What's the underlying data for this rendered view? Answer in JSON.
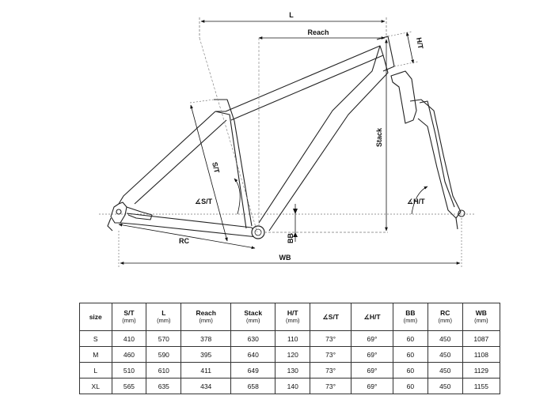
{
  "diagram": {
    "labels": {
      "l": "L",
      "reach": "Reach",
      "ht": "H/T",
      "stack": "Stack",
      "st": "S/T",
      "angle_st": "∡S/T",
      "angle_ht": "∡H/T",
      "bb": "BB",
      "rc": "RC",
      "wb": "WB"
    }
  },
  "table": {
    "headers": [
      {
        "label": "size",
        "unit": ""
      },
      {
        "label": "S/T",
        "unit": "(mm)"
      },
      {
        "label": "L",
        "unit": "(mm)"
      },
      {
        "label": "Reach",
        "unit": "(mm)"
      },
      {
        "label": "Stack",
        "unit": "(mm)"
      },
      {
        "label": "H/T",
        "unit": "(mm)"
      },
      {
        "label": "∡S/T",
        "unit": ""
      },
      {
        "label": "∡H/T",
        "unit": ""
      },
      {
        "label": "BB",
        "unit": "(mm)"
      },
      {
        "label": "RC",
        "unit": "(mm)"
      },
      {
        "label": "WB",
        "unit": "(mm)"
      }
    ],
    "rows": [
      [
        "S",
        "410",
        "570",
        "378",
        "630",
        "110",
        "73°",
        "69°",
        "60",
        "450",
        "1087"
      ],
      [
        "M",
        "460",
        "590",
        "395",
        "640",
        "120",
        "73°",
        "69°",
        "60",
        "450",
        "1108"
      ],
      [
        "L",
        "510",
        "610",
        "411",
        "649",
        "130",
        "73°",
        "69°",
        "60",
        "450",
        "1129"
      ],
      [
        "XL",
        "565",
        "635",
        "434",
        "658",
        "140",
        "73°",
        "69°",
        "60",
        "450",
        "1155"
      ]
    ]
  }
}
